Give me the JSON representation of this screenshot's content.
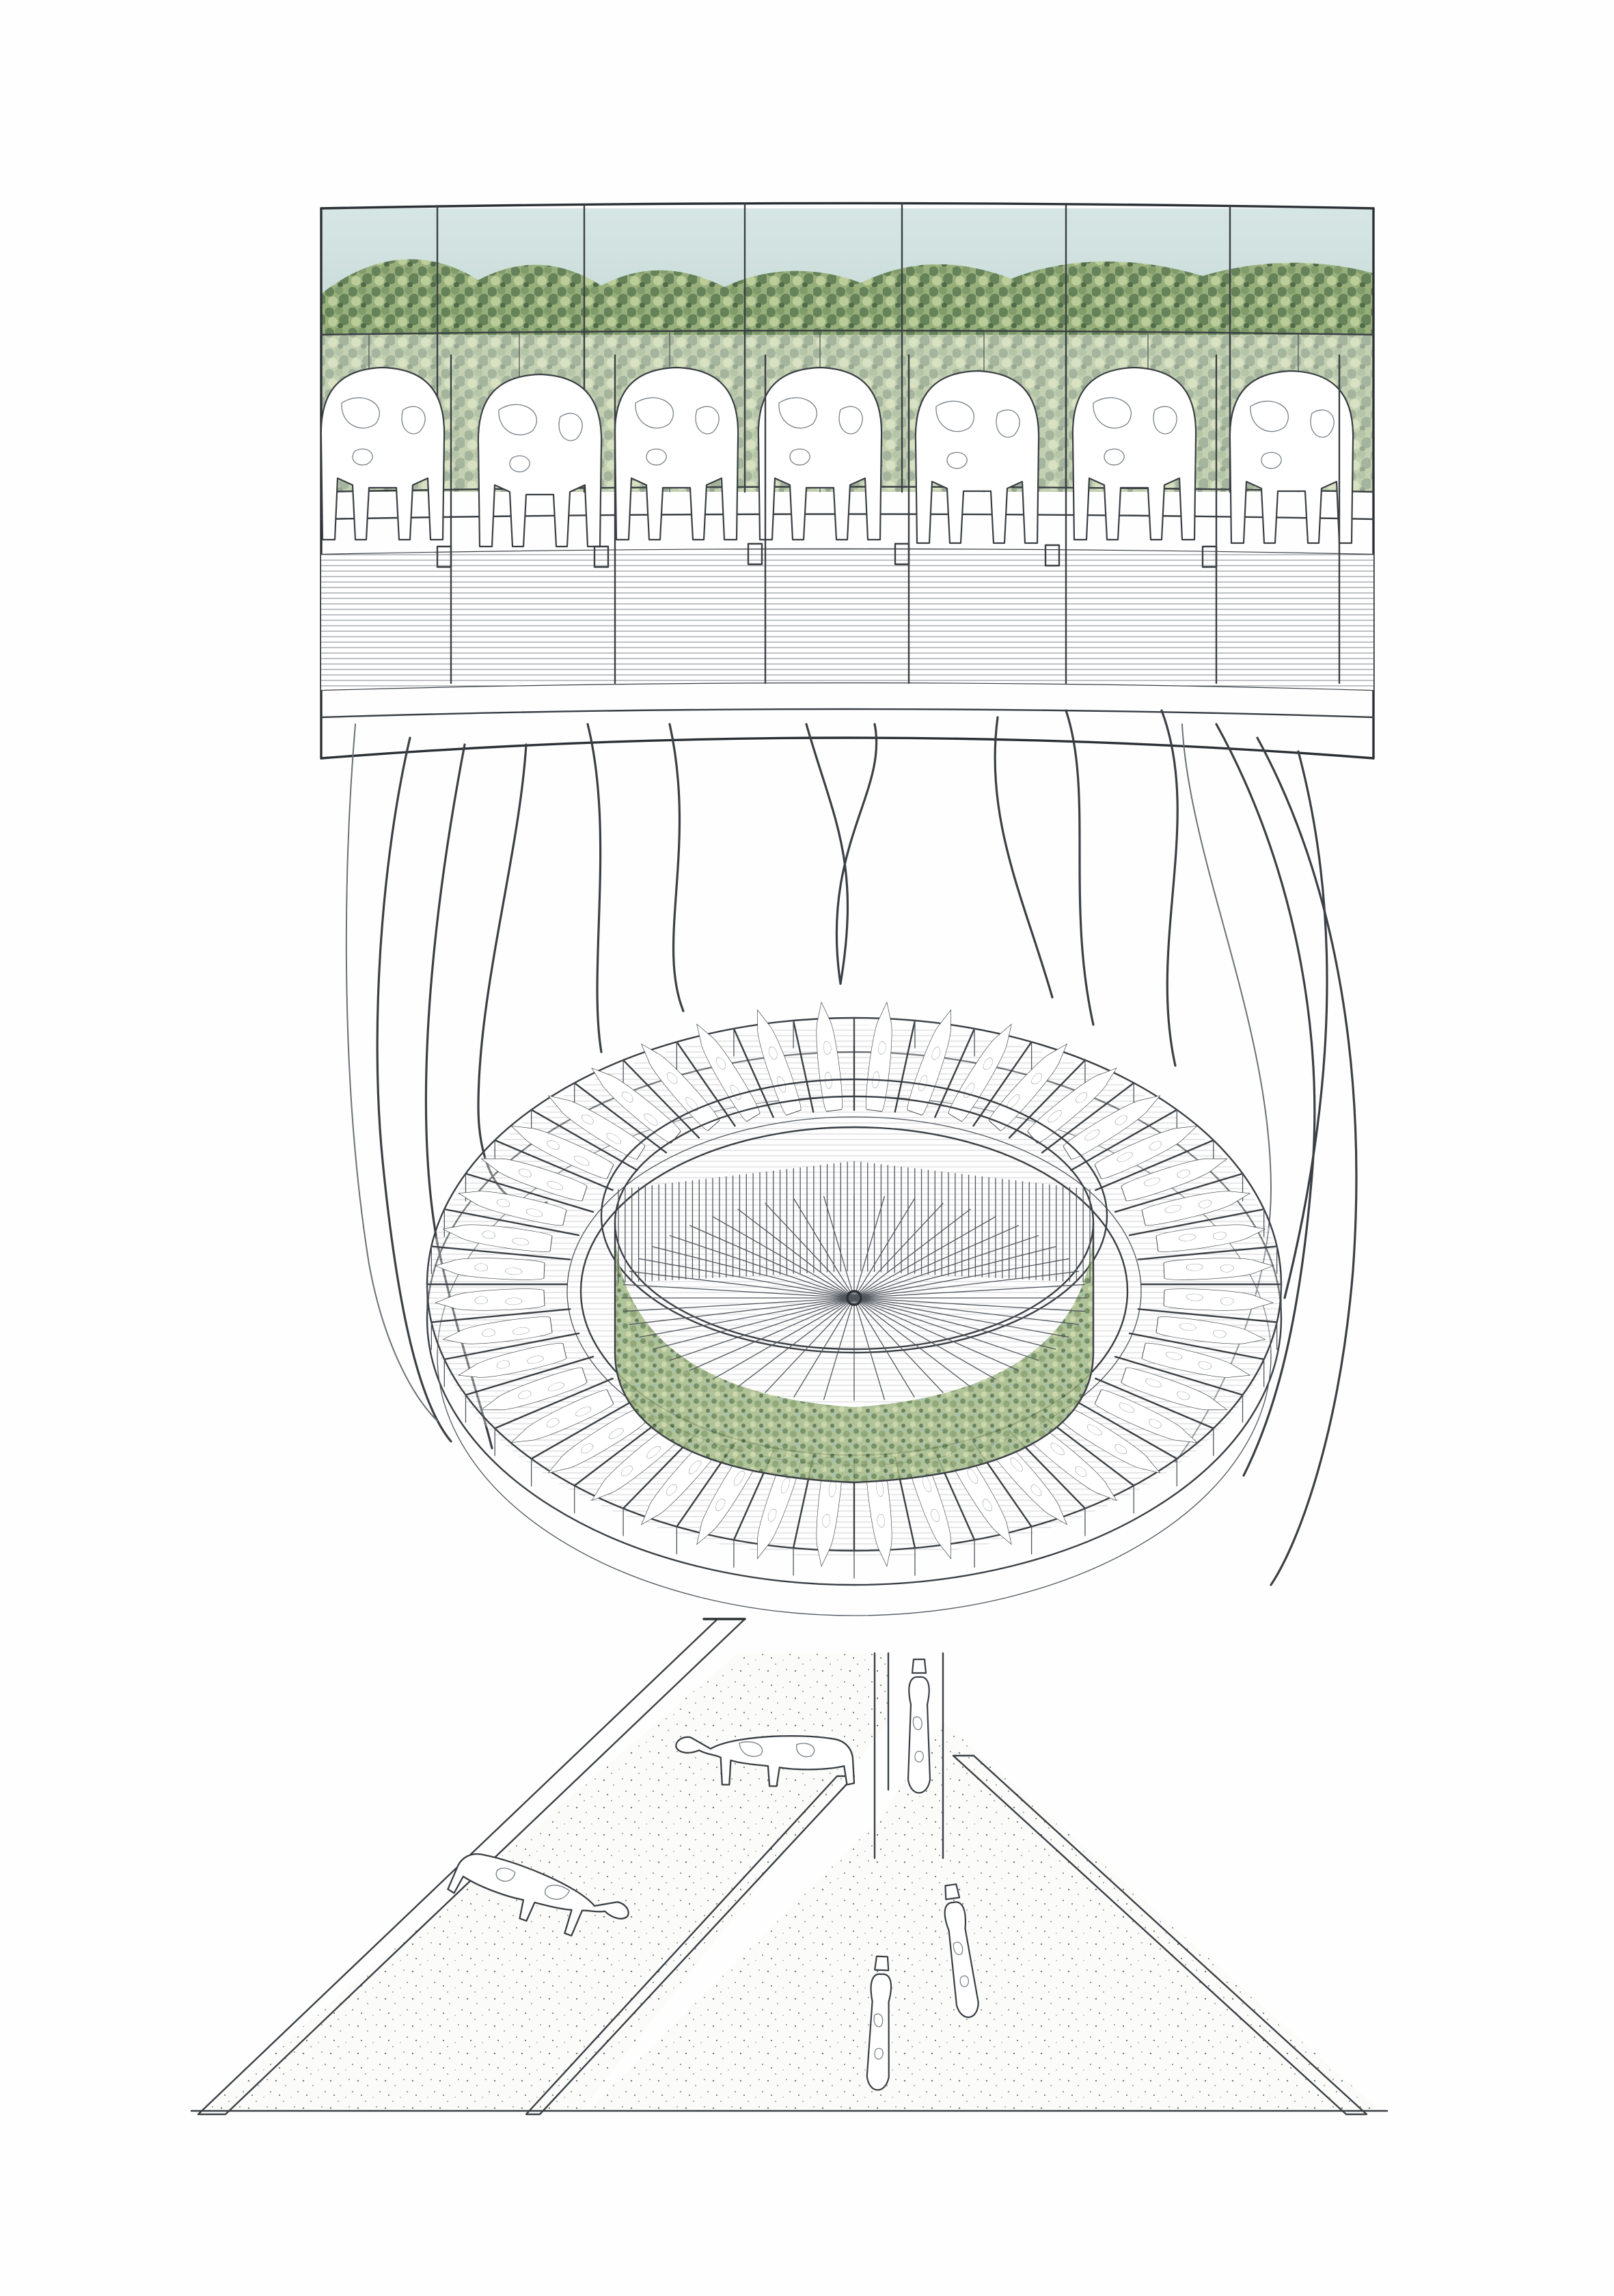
{
  "image": {
    "kind": "architectural-illustration",
    "components": [
      "panoramic-window-frame",
      "rotary-milking-parlour",
      "central-courtyard",
      "milking-hoses",
      "approach-pens",
      "cows"
    ],
    "counts": {
      "window_columns": 7,
      "visible_cows_in_window": 7,
      "cows_in_approach_pens": 5
    }
  },
  "colors": {
    "background": "#fefefe",
    "ink": "#3a3f44",
    "sky_tint": "#cfe0df",
    "foliage_dark": "#5d7a4e",
    "foliage_mid": "#8aa26a",
    "foliage_light": "#b9cb93",
    "ground_speckle": "#6f7a70"
  }
}
